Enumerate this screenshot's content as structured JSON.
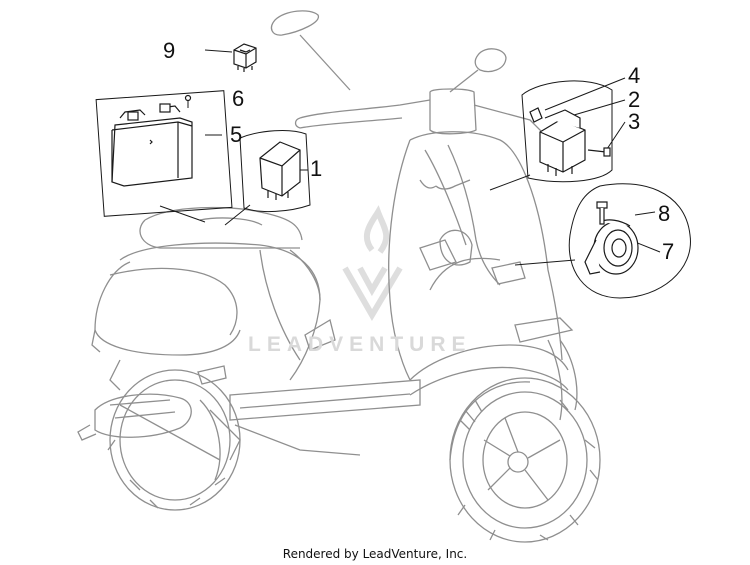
{
  "callouts": [
    {
      "id": "1",
      "label": "1"
    },
    {
      "id": "2",
      "label": "2"
    },
    {
      "id": "3",
      "label": "3"
    },
    {
      "id": "4",
      "label": "4"
    },
    {
      "id": "5",
      "label": "5"
    },
    {
      "id": "6",
      "label": "6"
    },
    {
      "id": "7",
      "label": "7"
    },
    {
      "id": "8",
      "label": "8"
    },
    {
      "id": "9",
      "label": "9"
    }
  ],
  "watermark": {
    "text": "LEADVENTURE"
  },
  "footer": {
    "text": "Rendered by LeadVenture, Inc."
  },
  "colors": {
    "line": "#1a1a1a",
    "scooter": "#8a8a8a",
    "watermark": "#d9d9d9"
  }
}
